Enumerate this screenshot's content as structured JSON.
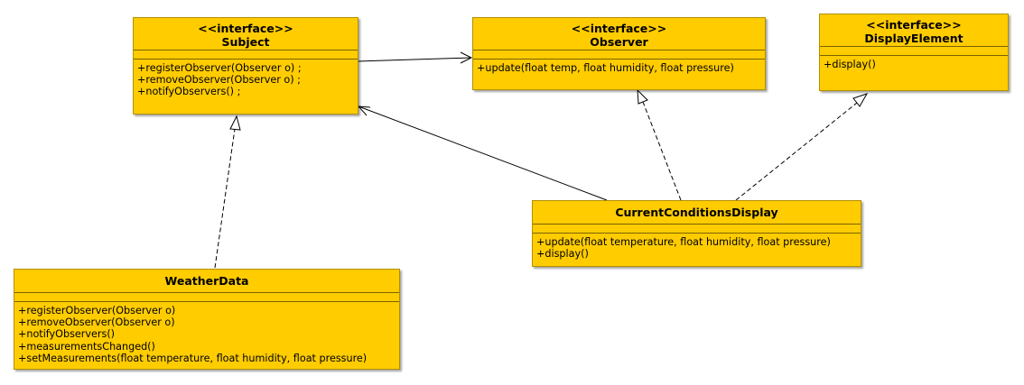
{
  "diagram": {
    "subject": {
      "stereotype": "<<interface>>",
      "name": "Subject",
      "operations": [
        "+registerObserver(Observer o) ;",
        "+removeObserver(Observer o) ;",
        "+notifyObservers() ;"
      ]
    },
    "observer": {
      "stereotype": "<<interface>>",
      "name": "Observer",
      "operations": [
        "+update(float temp, float humidity, float pressure)"
      ]
    },
    "display_element": {
      "stereotype": "<<interface>>",
      "name": "DisplayElement",
      "operations": [
        "+display()"
      ]
    },
    "current_conditions_display": {
      "name": "CurrentConditionsDisplay",
      "operations": [
        "+update(float temperature, float humidity, float pressure)",
        "+display()"
      ]
    },
    "weather_data": {
      "name": "WeatherData",
      "operations": [
        "+registerObserver(Observer o)",
        "+removeObserver(Observer o)",
        "+notifyObservers()",
        "+measurementsChanged()",
        "+setMeasurements(float temperature, float humidity, float pressure)"
      ]
    },
    "colors": {
      "class_fill": "#FFCC00",
      "class_border": "#B38F00",
      "line": "#000000"
    }
  }
}
